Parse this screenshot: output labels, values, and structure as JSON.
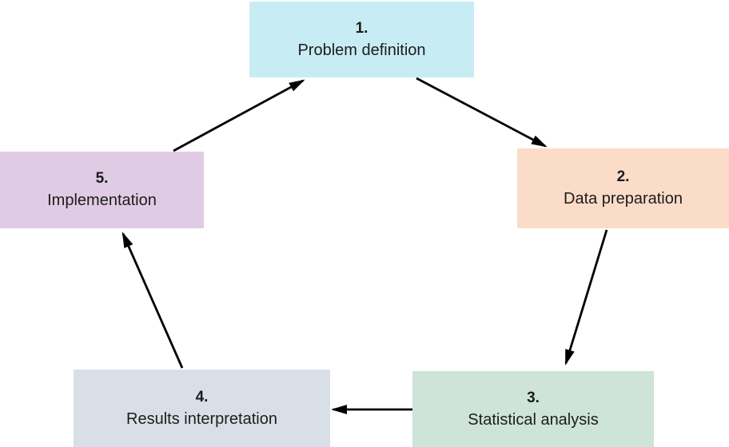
{
  "diagram": {
    "background_color": "#ffffff",
    "text_color": "#1c1c1c",
    "arrow_color": "#000000",
    "steps": [
      {
        "number": "1.",
        "label": "Problem definition",
        "color": "#c8ecf4"
      },
      {
        "number": "2.",
        "label": "Data preparation",
        "color": "#fbdcc8"
      },
      {
        "number": "3.",
        "label": "Statistical analysis",
        "color": "#cee4d9"
      },
      {
        "number": "4.",
        "label": "Results interpretation",
        "color": "#d9dfe6"
      },
      {
        "number": "5.",
        "label": "Implementation",
        "color": "#e0cbe4"
      }
    ],
    "connections": [
      {
        "from": "1",
        "to": "2"
      },
      {
        "from": "2",
        "to": "3"
      },
      {
        "from": "3",
        "to": "4"
      },
      {
        "from": "4",
        "to": "5"
      },
      {
        "from": "5",
        "to": "1"
      }
    ]
  }
}
